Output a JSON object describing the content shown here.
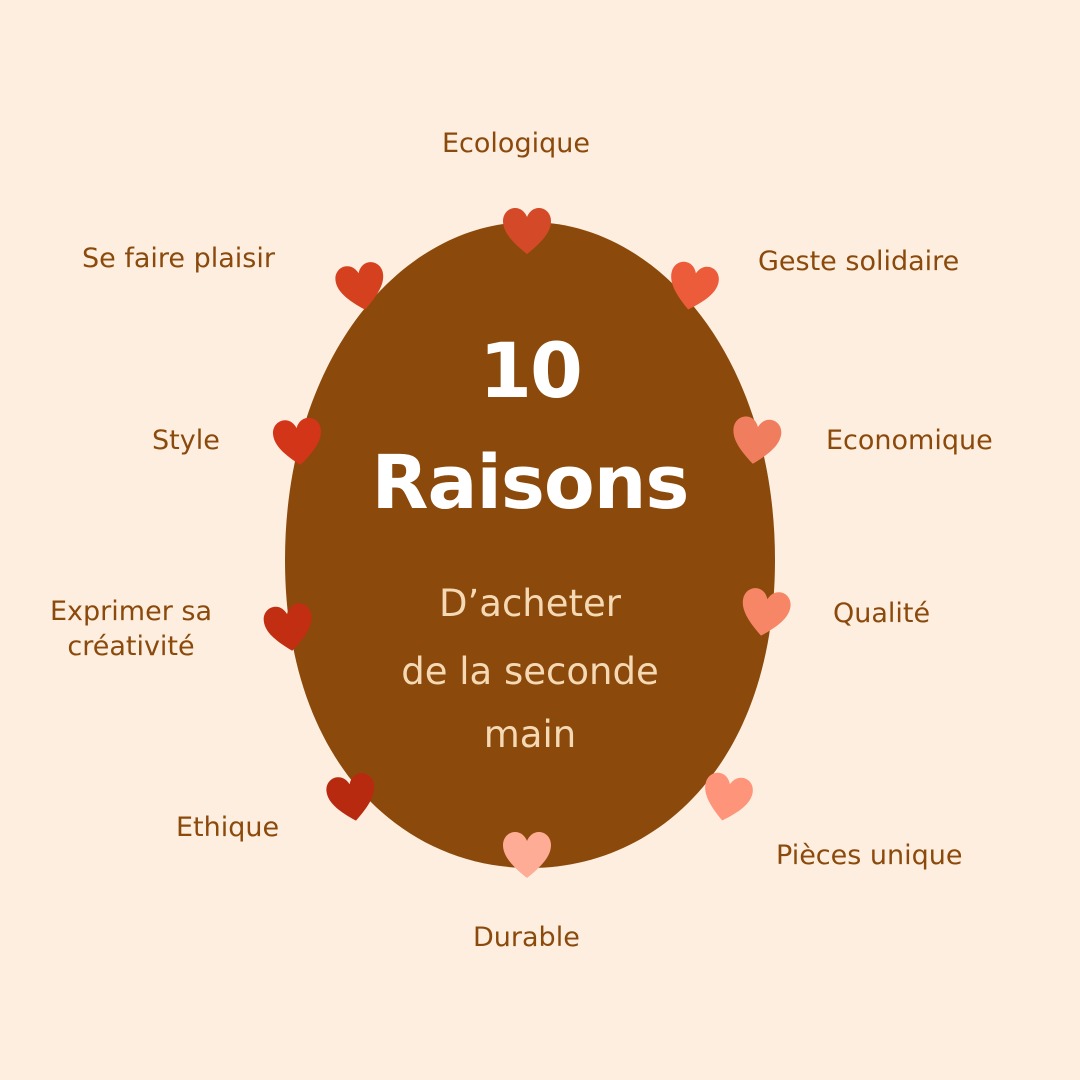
{
  "center": {
    "number": "10",
    "title": "Raisons",
    "subtitle_line1": "D’acheter",
    "subtitle_line2": "de la seconde",
    "subtitle_line3": "main"
  },
  "colors": {
    "background": "#FDEEDF",
    "blob": "#8B4A0C",
    "label_text": "#8B4A0C",
    "title_text": "#FFFFFF",
    "subtitle_text": "#F5D9B5"
  },
  "reasons": [
    {
      "label": "Ecologique",
      "heart_color": "#D44A28",
      "heart_icon": "heart-icon"
    },
    {
      "label": "Geste solidaire",
      "heart_color": "#EC5C3A",
      "heart_icon": "heart-icon"
    },
    {
      "label": "Economique",
      "heart_color": "#F07E5E",
      "heart_icon": "heart-icon"
    },
    {
      "label": "Qualité",
      "heart_color": "#F78666",
      "heart_icon": "heart-icon"
    },
    {
      "label": "Pièces unique",
      "heart_color": "#FE9479",
      "heart_icon": "heart-icon"
    },
    {
      "label": "Durable",
      "heart_color": "#FEAC95",
      "heart_icon": "heart-icon"
    },
    {
      "label": "Ethique",
      "heart_color": "#B72A10",
      "heart_icon": "heart-icon"
    },
    {
      "label": "Exprimer sa",
      "label_line2": "créativité",
      "heart_color": "#C12E12",
      "heart_icon": "heart-icon"
    },
    {
      "label": "Style",
      "heart_color": "#D33518",
      "heart_icon": "heart-icon"
    },
    {
      "label": "Se faire plaisir",
      "heart_color": "#D5411E",
      "heart_icon": "heart-icon"
    }
  ]
}
